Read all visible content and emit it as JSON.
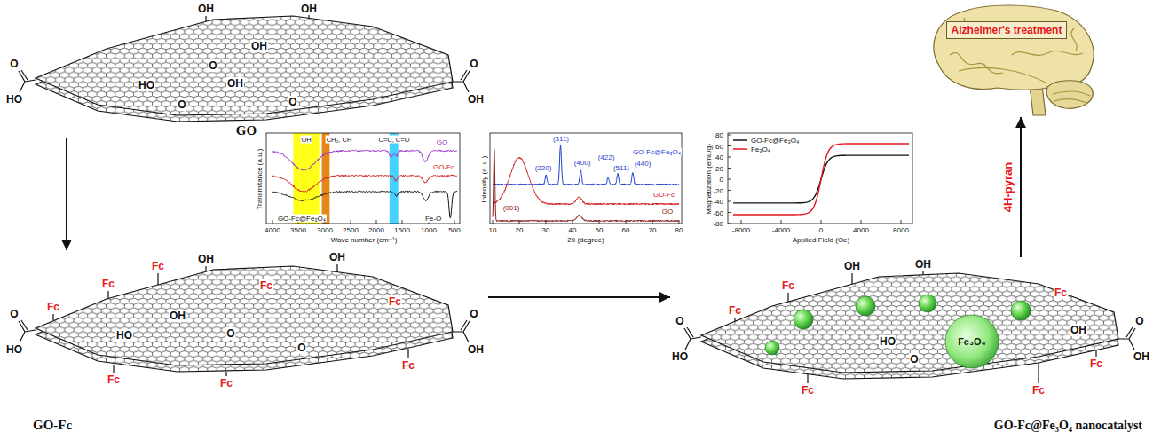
{
  "diagram": {
    "nodes": [
      {
        "text": [
          "GO"
        ]
      },
      {
        "text": [
          "GO-Fc"
        ]
      },
      {
        "text": [
          "GO-Fc@Fe₃O₄ nanocatalyst"
        ]
      },
      {
        "text": [
          "Alzheimer's treatment"
        ]
      }
    ],
    "edges": [
      {
        "from": 0,
        "to": 1,
        "arrow": "to"
      },
      {
        "from": 1,
        "to": 2,
        "arrow": "to"
      },
      {
        "from": 2,
        "to": 3,
        "label": "4H-pyran",
        "arrow": "to"
      }
    ],
    "labels": [
      "OH",
      "OH",
      "OH",
      "O",
      "HO",
      "OH",
      "O",
      "O",
      "O",
      "HO",
      "O",
      "OH",
      "Fc",
      "Fc",
      "Fc",
      "OH",
      "Fc",
      "OH",
      "Fc",
      "OH",
      "HO",
      "O",
      "O",
      "Fc",
      "Fc",
      "Fc",
      "O",
      "HO",
      "O",
      "OH",
      "Fc",
      "Fc",
      "OH",
      "OH",
      "Fc",
      "OH",
      "HO",
      "O",
      "Fc",
      "Fc",
      "Fc",
      "Fe₃O₄",
      "O",
      "HO",
      "O",
      "OH",
      "OH",
      "CH₂, CH",
      "C=C, C=O",
      "GO",
      "GO-Fc",
      "GO-Fc@Fe₃O₄",
      "Fe-O",
      "Transmitance (a.u.)",
      "4000",
      "3500",
      "3000",
      "2500",
      "2000",
      "1500",
      "1000",
      "500",
      "Wave number (cm⁻¹)",
      "(311)",
      "(220)",
      "(400)",
      "(422)",
      "(511)",
      "(440)",
      "(001)",
      "GO-Fc@Fe₃O₄",
      "GO-Fc",
      "GO",
      "Intensity (a. u.)",
      "10",
      "20",
      "30",
      "40",
      "50",
      "60",
      "70",
      "80",
      "2θ (degree)",
      "Magnetization (emu/g)",
      "80",
      "60",
      "40",
      "20",
      "0",
      "-20",
      "-40",
      "-60",
      "-80",
      "-8000",
      "-4000",
      "0",
      "4000",
      "8000",
      "Applied Field (Oe)"
    ],
    "legend": [
      {
        "text": "GO-Fc@Fe₃O₄"
      },
      {
        "text": "Fe₃O₄"
      }
    ]
  }
}
